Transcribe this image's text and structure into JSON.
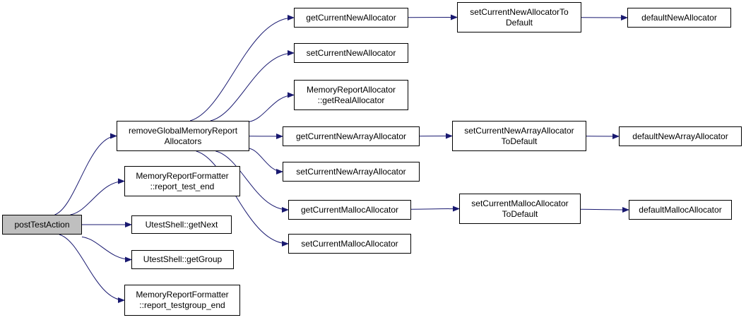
{
  "graph": {
    "edge_color": "#191970",
    "root_fill": "#bfbfbf",
    "nodes": {
      "postTestAction": {
        "lines": [
          "postTestAction"
        ]
      },
      "removeGlobalMemoryReportAllocators": {
        "lines": [
          "removeGlobalMemoryReport",
          "Allocators"
        ]
      },
      "reportTestEnd": {
        "lines": [
          "MemoryReportFormatter",
          "::report_test_end"
        ]
      },
      "getNext": {
        "lines": [
          "UtestShell::getNext"
        ]
      },
      "getGroup": {
        "lines": [
          "UtestShell::getGroup"
        ]
      },
      "reportTestgroupEnd": {
        "lines": [
          "MemoryReportFormatter",
          "::report_testgroup_end"
        ]
      },
      "getCurrentNewAllocator": {
        "lines": [
          "getCurrentNewAllocator"
        ]
      },
      "setCurrentNewAllocator": {
        "lines": [
          "setCurrentNewAllocator"
        ]
      },
      "getRealAllocator": {
        "lines": [
          "MemoryReportAllocator",
          "::getRealAllocator"
        ]
      },
      "getCurrentNewArrayAllocator": {
        "lines": [
          "getCurrentNewArrayAllocator"
        ]
      },
      "setCurrentNewArrayAllocator": {
        "lines": [
          "setCurrentNewArrayAllocator"
        ]
      },
      "getCurrentMallocAllocator": {
        "lines": [
          "getCurrentMallocAllocator"
        ]
      },
      "setCurrentMallocAllocator": {
        "lines": [
          "setCurrentMallocAllocator"
        ]
      },
      "setCurrentNewAllocatorToDefault": {
        "lines": [
          "setCurrentNewAllocatorTo",
          "Default"
        ]
      },
      "setCurrentNewArrayAllocatorToDefault": {
        "lines": [
          "setCurrentNewArrayAllocator",
          "ToDefault"
        ]
      },
      "setCurrentMallocAllocatorToDefault": {
        "lines": [
          "setCurrentMallocAllocator",
          "ToDefault"
        ]
      },
      "defaultNewAllocator": {
        "lines": [
          "defaultNewAllocator"
        ]
      },
      "defaultNewArrayAllocator": {
        "lines": [
          "defaultNewArrayAllocator"
        ]
      },
      "defaultMallocAllocator": {
        "lines": [
          "defaultMallocAllocator"
        ]
      }
    },
    "edges": [
      [
        "postTestAction",
        "removeGlobalMemoryReportAllocators"
      ],
      [
        "postTestAction",
        "reportTestEnd"
      ],
      [
        "postTestAction",
        "getNext"
      ],
      [
        "postTestAction",
        "getGroup"
      ],
      [
        "postTestAction",
        "reportTestgroupEnd"
      ],
      [
        "removeGlobalMemoryReportAllocators",
        "getCurrentNewAllocator"
      ],
      [
        "removeGlobalMemoryReportAllocators",
        "setCurrentNewAllocator"
      ],
      [
        "removeGlobalMemoryReportAllocators",
        "getRealAllocator"
      ],
      [
        "removeGlobalMemoryReportAllocators",
        "getCurrentNewArrayAllocator"
      ],
      [
        "removeGlobalMemoryReportAllocators",
        "setCurrentNewArrayAllocator"
      ],
      [
        "removeGlobalMemoryReportAllocators",
        "getCurrentMallocAllocator"
      ],
      [
        "removeGlobalMemoryReportAllocators",
        "setCurrentMallocAllocator"
      ],
      [
        "getCurrentNewAllocator",
        "setCurrentNewAllocatorToDefault"
      ],
      [
        "setCurrentNewAllocatorToDefault",
        "defaultNewAllocator"
      ],
      [
        "getCurrentNewArrayAllocator",
        "setCurrentNewArrayAllocatorToDefault"
      ],
      [
        "setCurrentNewArrayAllocatorToDefault",
        "defaultNewArrayAllocator"
      ],
      [
        "getCurrentMallocAllocator",
        "setCurrentMallocAllocatorToDefault"
      ],
      [
        "setCurrentMallocAllocatorToDefault",
        "defaultMallocAllocator"
      ]
    ]
  }
}
